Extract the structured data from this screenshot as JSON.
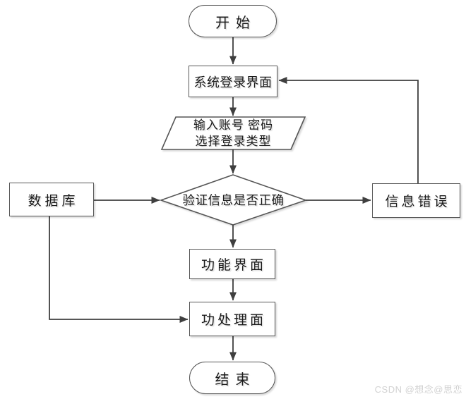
{
  "diagram": {
    "title_hint": "login-flow-flowchart",
    "language": "zh-CN"
  },
  "palette": {
    "background": "#ffffff",
    "shape_border": "#565656",
    "connector": "#3f3f3f",
    "text": "#1a1a1a",
    "watermark": "#d2d2d2"
  },
  "nodes": {
    "start": {
      "label": "开始",
      "shape": "terminator"
    },
    "login": {
      "label": "系统登录界面",
      "shape": "process"
    },
    "input": {
      "label_line1": "输入账号 密码",
      "label_line2": "选择登录类型",
      "shape": "data-parallelogram"
    },
    "decision": {
      "label": "验证信息是否正确",
      "shape": "decision-diamond"
    },
    "database": {
      "label": "数据库",
      "shape": "process"
    },
    "error": {
      "label": "信息错误",
      "shape": "process"
    },
    "function": {
      "label": "功能界面",
      "shape": "process"
    },
    "process": {
      "label": "功处理面",
      "shape": "process"
    },
    "end": {
      "label": "结束",
      "shape": "terminator"
    }
  },
  "edges": [
    {
      "from": "start",
      "to": "login"
    },
    {
      "from": "login",
      "to": "input"
    },
    {
      "from": "input",
      "to": "decision"
    },
    {
      "from": "database",
      "to": "decision"
    },
    {
      "from": "decision",
      "to": "error"
    },
    {
      "from": "error",
      "to": "login"
    },
    {
      "from": "decision",
      "to": "function"
    },
    {
      "from": "function",
      "to": "process"
    },
    {
      "from": "database",
      "to": "process"
    },
    {
      "from": "process",
      "to": "end"
    }
  ],
  "watermark": {
    "text": "CSDN @想念@思恋"
  }
}
